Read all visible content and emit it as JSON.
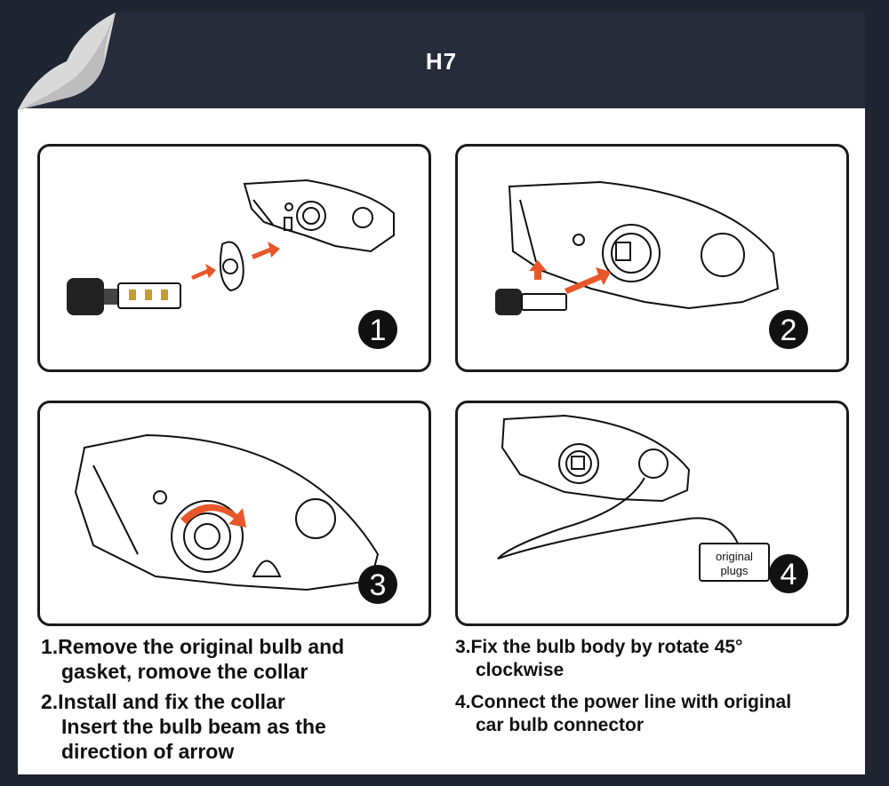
{
  "header": {
    "title": "H7"
  },
  "panels": [
    {
      "number": "1"
    },
    {
      "number": "2"
    },
    {
      "number": "3"
    },
    {
      "number": "4",
      "plug_label_line1": "original",
      "plug_label_line2": "plugs"
    }
  ],
  "steps_left": {
    "step1_line1": "1.Remove the original bulb and",
    "step1_line2": "gasket, romove the collar",
    "step2_line1": "2.Install and fix the collar",
    "step2_line2": "Insert the bulb beam as the",
    "step2_line3": "direction of arrow"
  },
  "steps_right": {
    "step3_line1": "3.Fix the bulb body by rotate 45°",
    "step3_line2": "clockwise",
    "step4_line1": "4.Connect the power line with original",
    "step4_line2": "car bulb connector"
  },
  "colors": {
    "arrow": "#e8572a",
    "header": "#262c3a",
    "frame": "#1f2531"
  }
}
